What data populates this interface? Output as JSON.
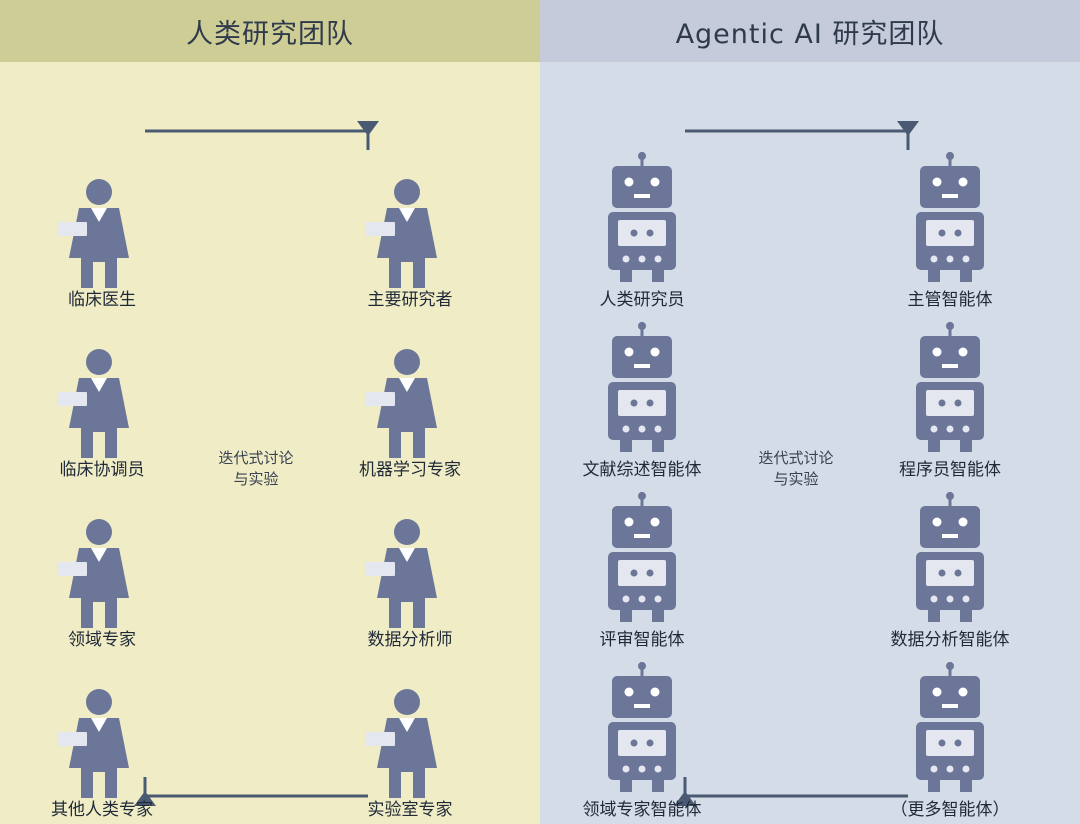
{
  "human_team": {
    "title": "人类研究团队",
    "members": [
      "临床医生",
      "主要研究者",
      "临床协调员",
      "机器学习专家",
      "领域专家",
      "数据分析师",
      "其他人类专家",
      "实验室专家"
    ],
    "center_line1": "迭代式讨论",
    "center_line2": "与实验"
  },
  "ai_team": {
    "title": "Agentic AI 研究团队",
    "members": [
      "人类研究员",
      "主管智能体",
      "文献综述智能体",
      "程序员智能体",
      "评审智能体",
      "数据分析智能体",
      "领域专家智能体",
      "（更多智能体）"
    ],
    "center_line1": "迭代式讨论",
    "center_line2": "与实验"
  },
  "colors": {
    "figure": "#6b7698",
    "arrow": "#4b5a73",
    "human_header": "#cfcd96",
    "ai_header": "#c6cbdc"
  },
  "icons": {
    "human": "person-with-tie-icon",
    "ai": "robot-icon"
  }
}
